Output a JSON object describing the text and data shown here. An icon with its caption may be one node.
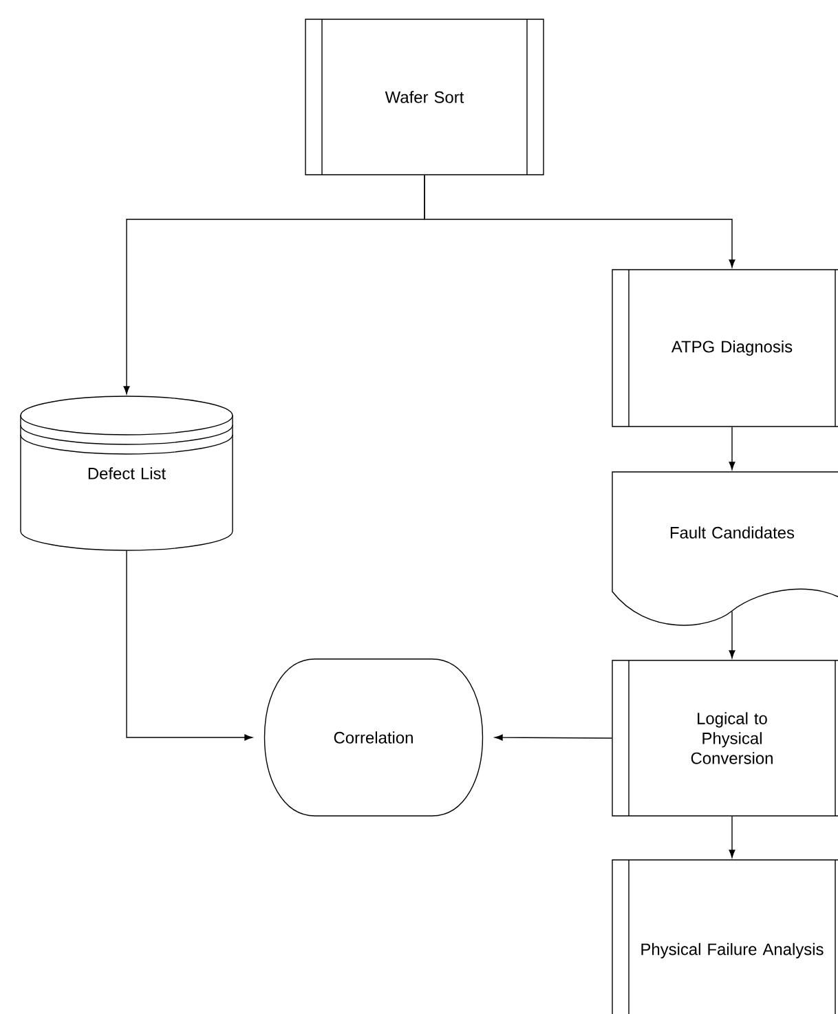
{
  "diagram": {
    "nodes": [
      {
        "text": [
          "Wafer Sort"
        ]
      },
      {
        "text": [
          "ATPG Diagnosis"
        ]
      },
      {
        "text": [
          "Defect List"
        ]
      },
      {
        "text": [
          "Fault Candidates"
        ]
      },
      {
        "text": [
          "Logical to Physical Conversion"
        ]
      },
      {
        "text": [
          "Correlation"
        ]
      },
      {
        "text": [
          "Physical Failure Analysis"
        ]
      }
    ],
    "edges": [
      {
        "from": 0,
        "to": 2,
        "arrow": "to"
      },
      {
        "from": 0,
        "to": 1,
        "arrow": "to"
      },
      {
        "from": 1,
        "to": 3,
        "arrow": "to"
      },
      {
        "from": 3,
        "to": 4,
        "arrow": "to"
      },
      {
        "from": 2,
        "to": 5,
        "arrow": "to"
      },
      {
        "from": 4,
        "to": 5,
        "arrow": "to"
      },
      {
        "from": 4,
        "to": 6,
        "arrow": "to"
      }
    ]
  }
}
